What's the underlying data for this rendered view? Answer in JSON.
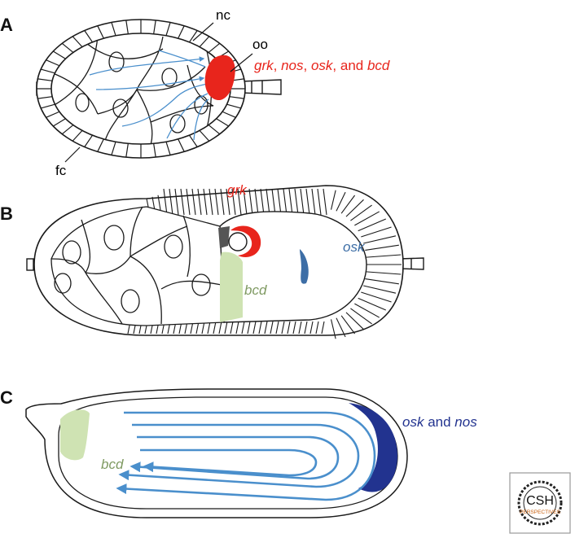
{
  "panels": {
    "a": "A",
    "b": "B",
    "c": "C"
  },
  "panel_a": {
    "nc": "nc",
    "oo": "oo",
    "fc": "fc",
    "mrna_label": {
      "grk": "grk",
      "sep1": ", ",
      "nos": "nos",
      "sep2": ", ",
      "osk": "osk",
      "sep3": ", and ",
      "bcd": "bcd"
    }
  },
  "panel_b": {
    "grk": "grk",
    "osk": "osk",
    "bcd": "bcd"
  },
  "panel_c": {
    "osk": "osk",
    "and": " and ",
    "nos": "nos",
    "bcd": "bcd"
  },
  "logo": {
    "top": "CSH",
    "bottom": "PERSPECTIVES"
  },
  "colors": {
    "red": "#e8251c",
    "blue_flow": "#4a8fcc",
    "osk_blue": "#3d6ea6",
    "dark_navy": "#22338f",
    "bcd_green": "#cfe3b3",
    "bcd_text": "#7f9a62",
    "ink": "#1a1a1a",
    "logo_orange": "#c8600f"
  }
}
